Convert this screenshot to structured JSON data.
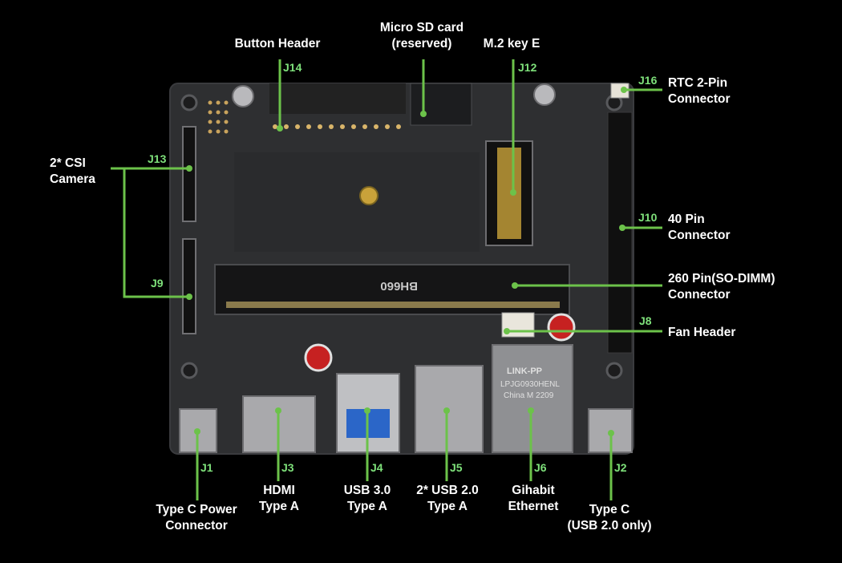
{
  "colors": {
    "background": "#000000",
    "board": "#2e2f31",
    "leader": "#6cc24a",
    "connector_tag": "#7ee07a",
    "label": "#ffffff"
  },
  "board": {
    "silk_printing": [
      "BH660",
      "LINK-PP",
      "LPJG0930HENL",
      "China M 2209"
    ]
  },
  "callouts": [
    {
      "id": "J14",
      "lines": [
        "Button Header"
      ]
    },
    {
      "id": "",
      "lines": [
        "Micro SD card",
        "(reserved)"
      ]
    },
    {
      "id": "J12",
      "lines": [
        "M.2 key E"
      ]
    },
    {
      "id": "J16",
      "lines": [
        "RTC 2-Pin",
        "Connector"
      ]
    },
    {
      "id": "J13",
      "lines": [
        "2* CSI",
        "Camera"
      ]
    },
    {
      "id": "J9",
      "lines": []
    },
    {
      "id": "J10",
      "lines": [
        "40 Pin",
        "Connector"
      ]
    },
    {
      "id": "",
      "lines": [
        "260 Pin(SO-DIMM)",
        "Connector"
      ]
    },
    {
      "id": "J8",
      "lines": [
        "Fan Header"
      ]
    },
    {
      "id": "J1",
      "lines": [
        "Type C Power",
        "Connector"
      ]
    },
    {
      "id": "J3",
      "lines": [
        "HDMI",
        "Type A"
      ]
    },
    {
      "id": "J4",
      "lines": [
        "USB 3.0",
        "Type A"
      ]
    },
    {
      "id": "J5",
      "lines": [
        "2* USB 2.0",
        "Type A"
      ]
    },
    {
      "id": "J6",
      "lines": [
        "Gihabit",
        "Ethernet"
      ]
    },
    {
      "id": "J2",
      "lines": [
        "Type C",
        "(USB 2.0 only)"
      ]
    }
  ]
}
